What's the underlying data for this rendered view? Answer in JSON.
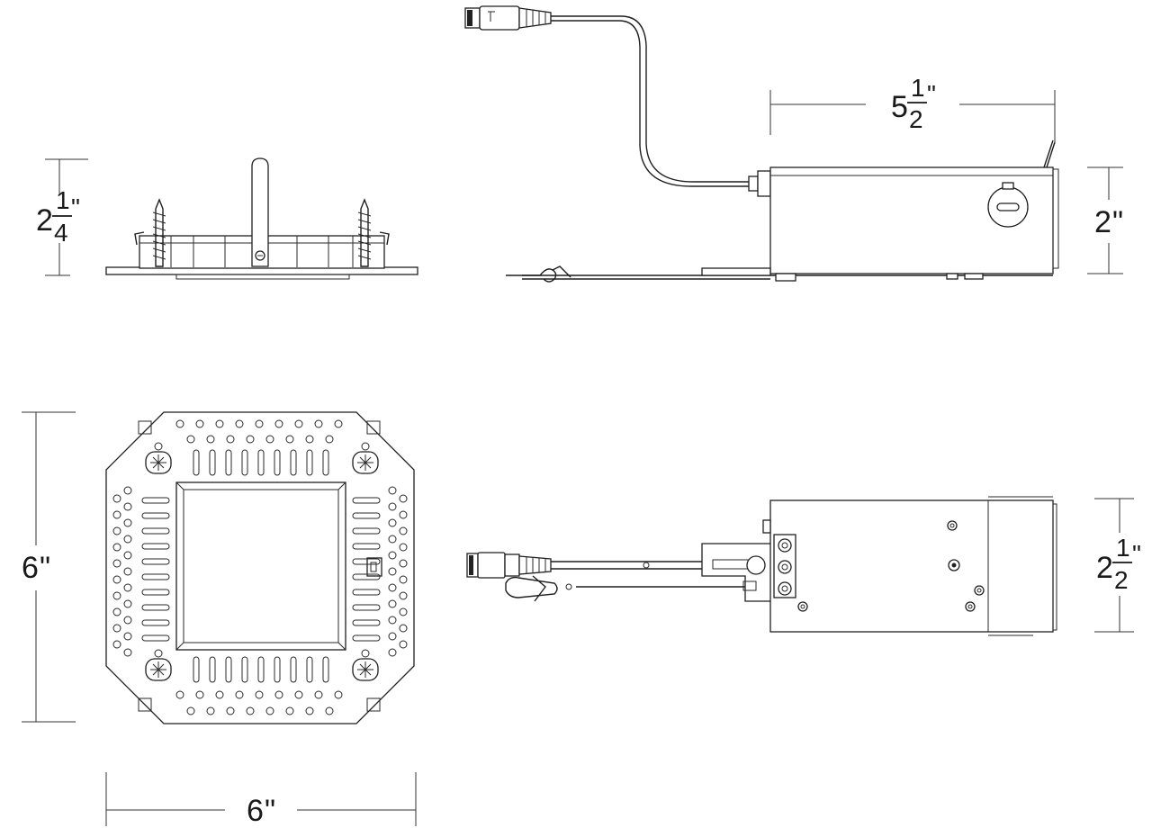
{
  "dimensions": {
    "side_height": {
      "whole": "2",
      "numerator": "1",
      "denominator": "4",
      "unit": "\""
    },
    "driver_length": {
      "whole": "5",
      "numerator": "1",
      "denominator": "2",
      "unit": "\""
    },
    "driver_height": {
      "whole": "2",
      "unit": "\""
    },
    "top_height": {
      "whole": "6",
      "unit": "\""
    },
    "top_width": {
      "whole": "6",
      "unit": "\""
    },
    "driver_width": {
      "whole": "2",
      "numerator": "1",
      "denominator": "2",
      "unit": "\""
    }
  }
}
